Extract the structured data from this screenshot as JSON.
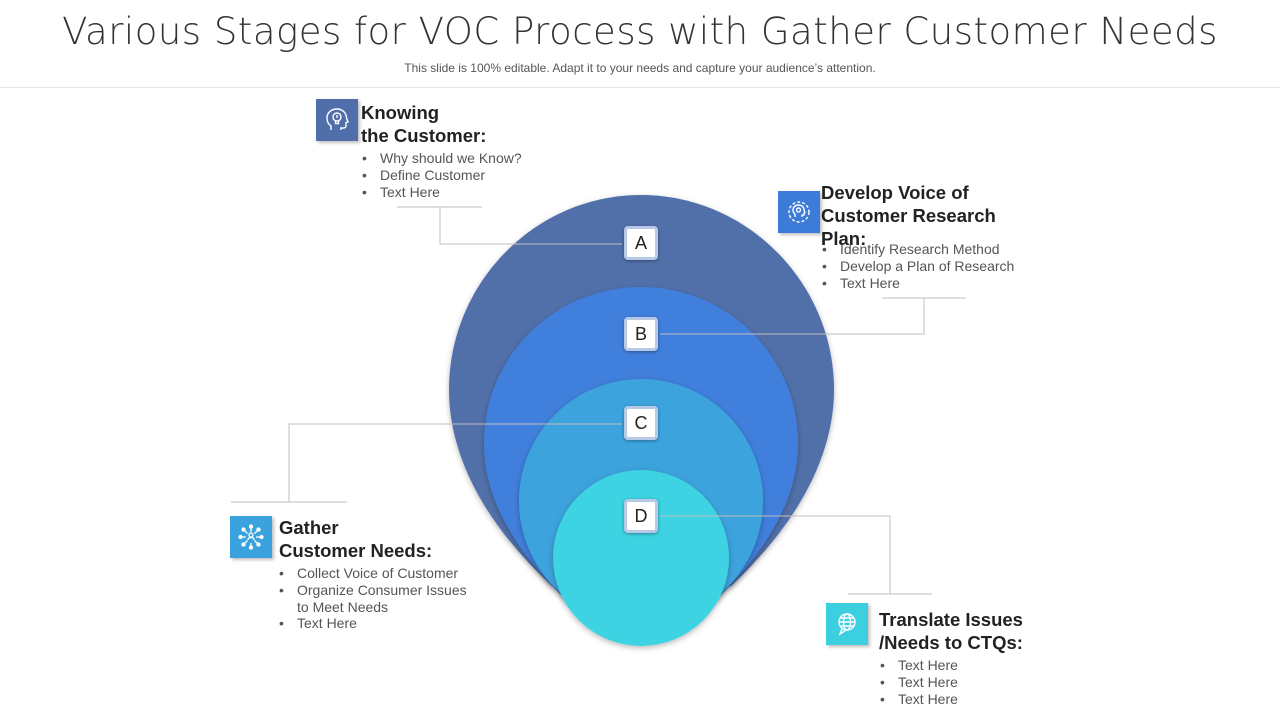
{
  "header": {
    "title": "Various Stages for VOC Process with Gather Customer Needs",
    "subtitle": "This slide is 100% editable. Adapt it to your needs and capture your audience’s attention."
  },
  "colors": {
    "circle_a": "#5170aa",
    "circle_b": "#3f7fdc",
    "circle_c": "#3ea3dd",
    "circle_d": "#3ed3e2",
    "icon_a": "#4f6eaa",
    "icon_b": "#3d7bd9",
    "icon_c": "#3aa3de",
    "icon_d": "#3ccfe0",
    "connector": "#bfbfbf"
  },
  "stages": [
    {
      "letter": "A",
      "icon": "lightbulb-head-icon",
      "title_line1": "Knowing",
      "title_line2": "the Customer:",
      "bullets": [
        "Why should we Know?",
        "Define Customer",
        "Text Here"
      ]
    },
    {
      "letter": "B",
      "icon": "gear-head-icon",
      "title_line1": "Develop Voice of",
      "title_line2": "Customer Research",
      "title_line3": "Plan:",
      "bullets": [
        "Identify Research Method",
        "Develop a Plan of Research",
        "Text Here"
      ]
    },
    {
      "letter": "C",
      "icon": "network-people-icon",
      "title_line1": "Gather",
      "title_line2": "Customer Needs:",
      "bullets": [
        "Collect Voice of Customer",
        "Organize Consumer Issues",
        "to Meet Needs",
        "Text Here"
      ]
    },
    {
      "letter": "D",
      "icon": "globe-chat-icon",
      "title_line1": "Translate Issues",
      "title_line2": "/Needs to CTQs:",
      "bullets": [
        "Text Here",
        "Text Here",
        "Text Here"
      ]
    }
  ]
}
